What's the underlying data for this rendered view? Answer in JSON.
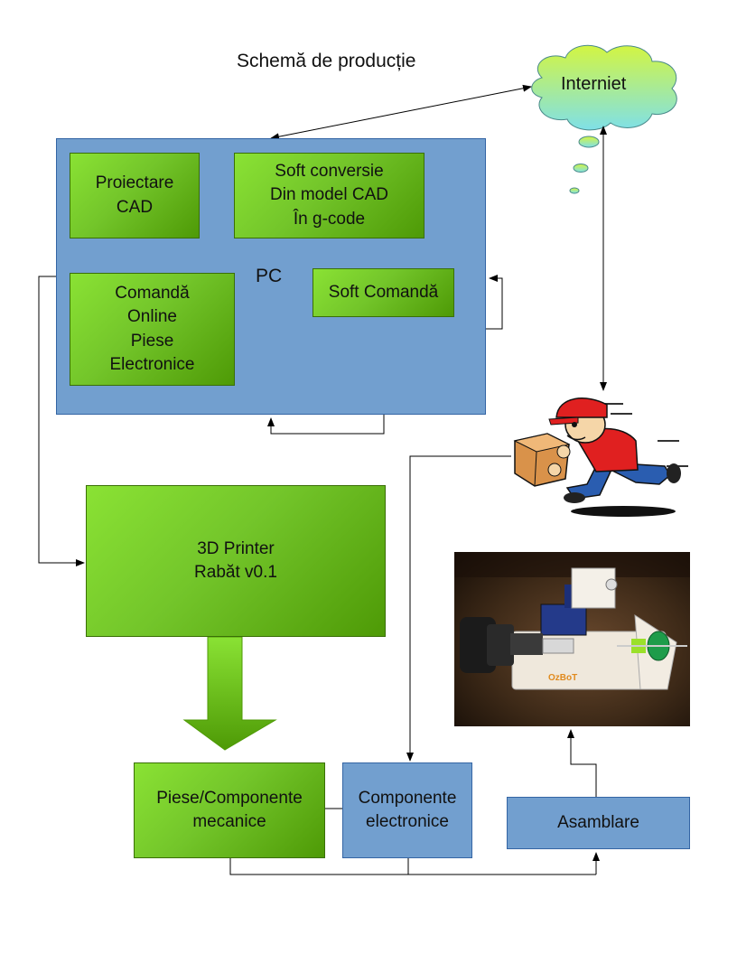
{
  "title": "Schemă de producție",
  "internet": {
    "label": "Interniet"
  },
  "pc": {
    "label": "PC",
    "cad": "Proiectare\nCAD",
    "converter": "Soft conversie\nDin model CAD\nÎn g-code",
    "order": "Comandă\nOnline\nPiese\nElectronice",
    "control": "Soft Comandă"
  },
  "printer": {
    "label": "3D Printer\nRabăt v0.1"
  },
  "mechanical": {
    "label": "Piese/Componente\nmecanice"
  },
  "electronic": {
    "label": "Componente\nelectronice"
  },
  "assembly": {
    "label": "Asamblare"
  },
  "photo": {
    "logo_text": "OzBoT"
  },
  "colors": {
    "green_light": "#8ae234",
    "green_dark": "#4e9a06",
    "blue_box": "#729fcf",
    "cloud": "#b3f542"
  }
}
